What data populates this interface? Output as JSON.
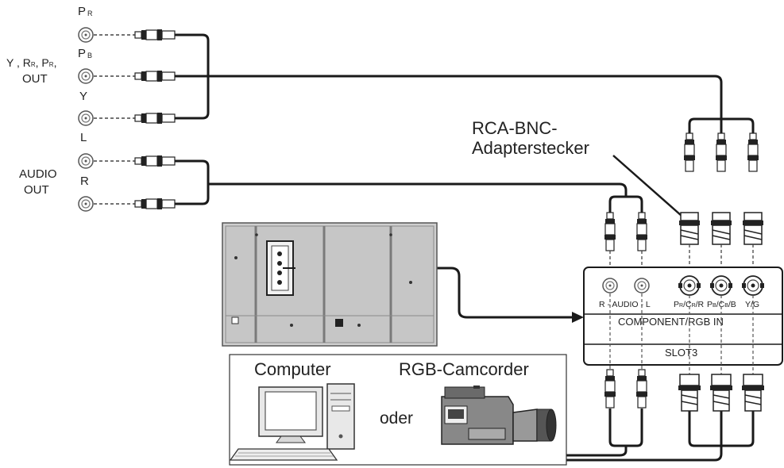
{
  "source_labels": {
    "pr": "P",
    "pr_sub": "R",
    "pb": "P",
    "pb_sub": "B",
    "y": "Y",
    "l": "L",
    "r": "R",
    "video_out_line1": "Y ,  R",
    "video_out_line1_b": "R",
    "video_out_line1_c": ",  P",
    "video_out_line1_d": "R",
    "video_out_line1_e": ",",
    "video_out_line2": "OUT",
    "audio_out_line1": "AUDIO",
    "audio_out_line2": "OUT"
  },
  "adapter_label": {
    "line1": "RCA-BNC-",
    "line2": "Adapterstecker"
  },
  "terminal_board": {
    "audio_label": "R - AUDIO - L",
    "pr_label": "P",
    "pr_sub": "R",
    "cr_label": "/C",
    "cr_sub": "R",
    "r_label": "/R",
    "pb_label": "P",
    "pb_sub": "B",
    "cb_label": "/C",
    "cb_sub": "B",
    "b_label": "/B",
    "yg_label": "Y/G",
    "component_label": "COMPONENT/RGB IN",
    "slot_label": "SLOT3"
  },
  "devices": {
    "computer": "Computer",
    "camcorder": "RGB-Camcorder",
    "oder": "oder"
  },
  "colors": {
    "line": "#1a1a1a",
    "jack": "#7a7a7a",
    "panel": "#c8c8c8",
    "board": "#f4f4f4"
  }
}
